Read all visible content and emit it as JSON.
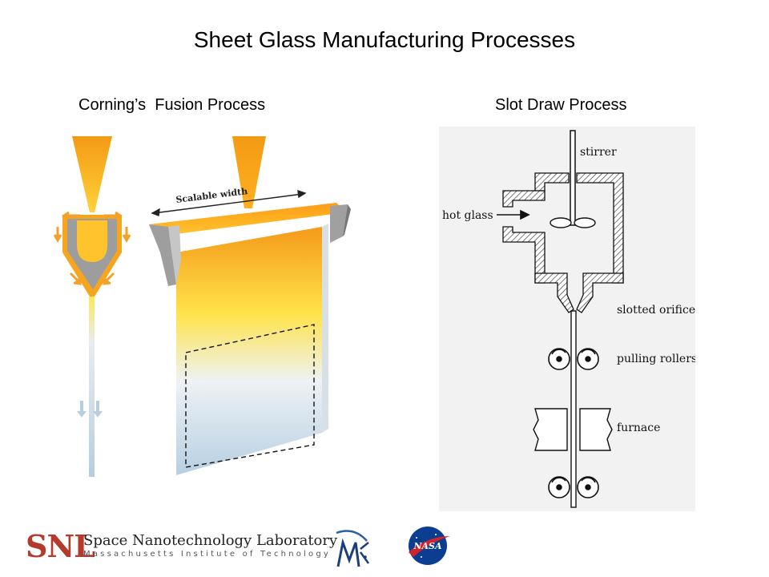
{
  "page": {
    "title": "Sheet Glass Manufacturing Processes"
  },
  "fusion": {
    "label": "Corning’s  Fusion Process",
    "width_label": "Scalable width"
  },
  "slot": {
    "label": "Slot Draw Process",
    "labels": {
      "stirrer": "stirrer",
      "hot_glass": "hot glass",
      "slotted_orifice": "slotted orifice",
      "pulling_rollers": "pulling rollers",
      "furnace": "furnace"
    }
  },
  "footer": {
    "snl_abbr": "SNL",
    "snl_name": "Space Nanotechnology Laboratory",
    "snl_institute": "Massachusetts Institute of Technology",
    "mki_logo": "MKI",
    "nasa_logo": "NASA"
  },
  "colors": {
    "glass_hot": "#f7a21b",
    "glass_warm": "#ffe24a",
    "glass_cool": "#b9cfe3",
    "metal": "#9a9a9a",
    "snl_red": "#b33a2c",
    "nasa_blue": "#0b3d91"
  }
}
